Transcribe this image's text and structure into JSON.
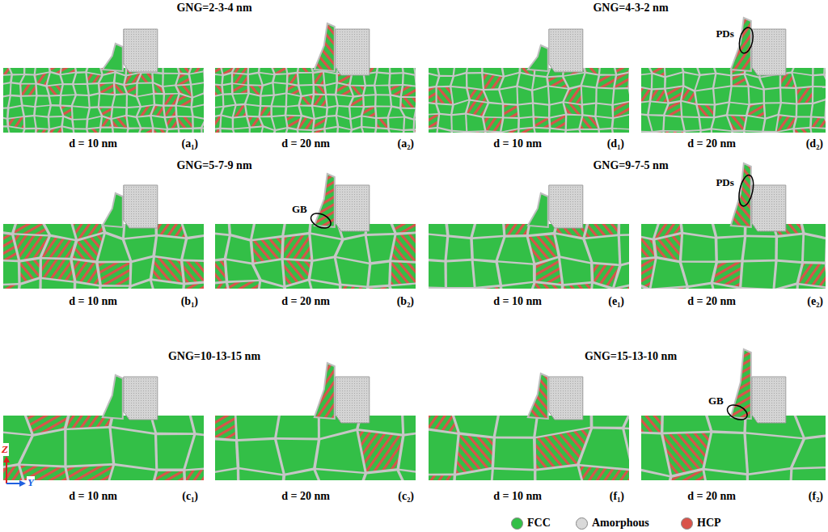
{
  "diagram": {
    "labels": [
      "GNG=2-3-4 nm",
      "GNG=4-3-2 nm",
      "d = 10 nm",
      "(a₁)",
      "d = 20 nm",
      "(a₂)",
      "d = 10 nm",
      "(d₁)",
      "d = 20 nm",
      "(d₂)",
      "PDs",
      "GNG=5-7-9 nm",
      "GNG=9-7-5 nm",
      "d = 10 nm",
      "(b₁)",
      "d = 20 nm",
      "(b₂)",
      "GB",
      "d = 10 nm",
      "(e₁)",
      "d = 20 nm",
      "(e₂)",
      "PDs",
      "GNG=10-13-15 nm",
      "GNG=15-13-10 nm",
      "d = 10 nm",
      "(c₁)",
      "d = 20 nm",
      "(c₂)",
      "d = 10 nm",
      "(f₁)",
      "d = 20 nm",
      "(f₂)",
      "GB",
      "Z",
      "Y"
    ],
    "legend": [
      {
        "text": "FCC",
        "color": "#33bf47"
      },
      {
        "text": "Amorphous",
        "color": "#d9d9d9"
      },
      {
        "text": "HCP",
        "color": "#d9534a"
      }
    ]
  }
}
